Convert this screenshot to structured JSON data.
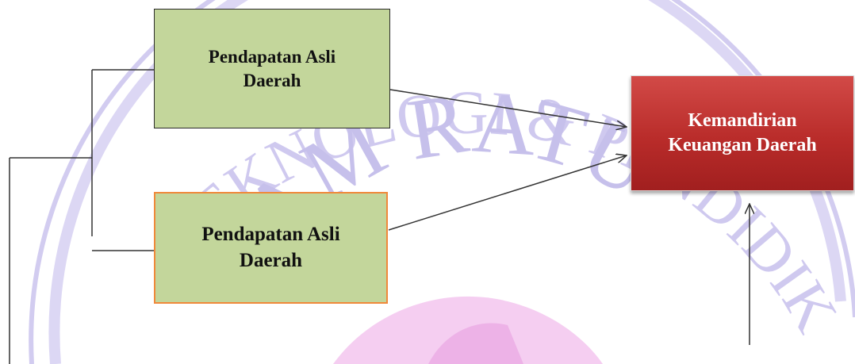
{
  "nodes": {
    "pad_1": {
      "line1": "Pendapatan Asli",
      "line2": "Daerah"
    },
    "pad_2": {
      "line1": "Pendapatan Asli",
      "line2": "Daerah"
    },
    "kemandirian": {
      "line1": "Kemandirian",
      "line2": "Keuangan Daerah"
    }
  },
  "watermark": {
    "line1": "TEKNOLOGI & PENDIDIKAN",
    "line2": "SAM RATU"
  },
  "edges": [
    {
      "from": "pad_1",
      "to": "kemandirian"
    },
    {
      "from": "pad_2",
      "to": "kemandirian"
    },
    {
      "from": "below",
      "to": "kemandirian"
    }
  ],
  "colors": {
    "green_box": "#c3d69b",
    "red_box": "#b92c2a",
    "orange_border": "#f0883a",
    "watermark": "#c9c3ea"
  }
}
